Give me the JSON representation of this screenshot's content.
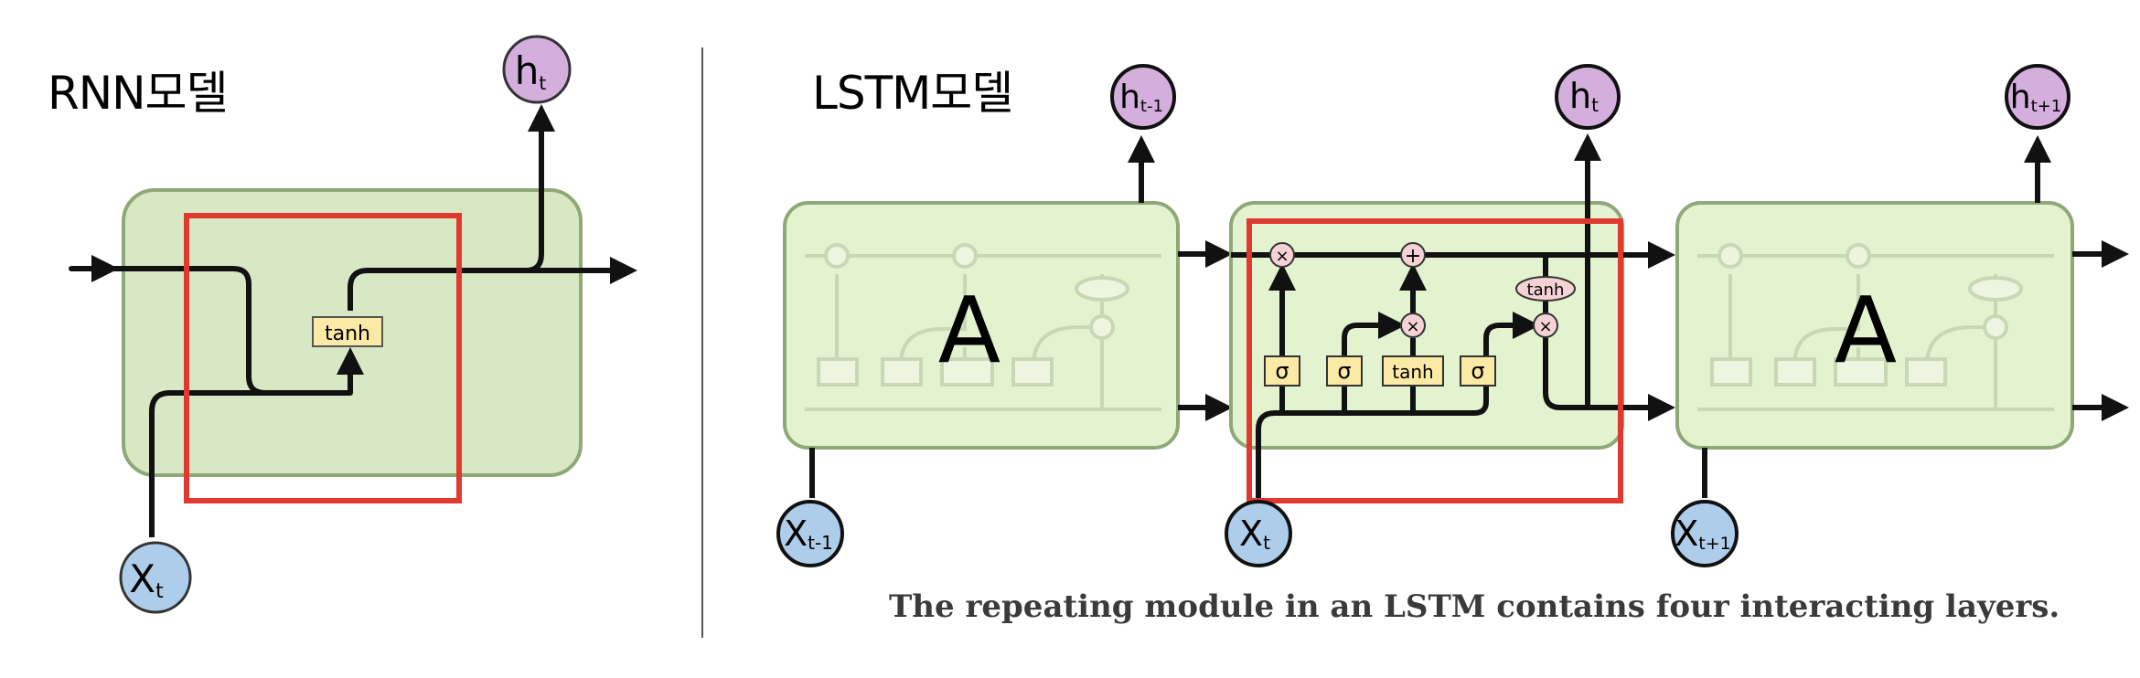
{
  "rnn": {
    "title": "RNN모델",
    "cell_layer": "tanh",
    "input": {
      "main": "X",
      "sub": "t"
    },
    "output": {
      "main": "h",
      "sub": "t"
    }
  },
  "lstm": {
    "title": "LSTM모델",
    "cell_label": "A",
    "gates": [
      "σ",
      "σ",
      "tanh",
      "σ"
    ],
    "pointwise": {
      "multiply": "×",
      "add": "+",
      "tanh": "tanh"
    },
    "inputs": [
      {
        "main": "X",
        "sub": "t-1"
      },
      {
        "main": "X",
        "sub": "t"
      },
      {
        "main": "X",
        "sub": "t+1"
      }
    ],
    "outputs": [
      {
        "main": "h",
        "sub": "t-1"
      },
      {
        "main": "h",
        "sub": "t"
      },
      {
        "main": "h",
        "sub": "t+1"
      }
    ]
  },
  "caption": "The repeating module in an LSTM contains four interacting layers.",
  "colors": {
    "cell_fill": "#e3f2cf",
    "cell_stroke": "#8fa878",
    "gate_fill": "#fbe9a6",
    "pointwise_fill": "#f6d2d4",
    "input_node": "#aecdea",
    "output_node": "#d4aedd",
    "highlight": "#e03a2e"
  }
}
